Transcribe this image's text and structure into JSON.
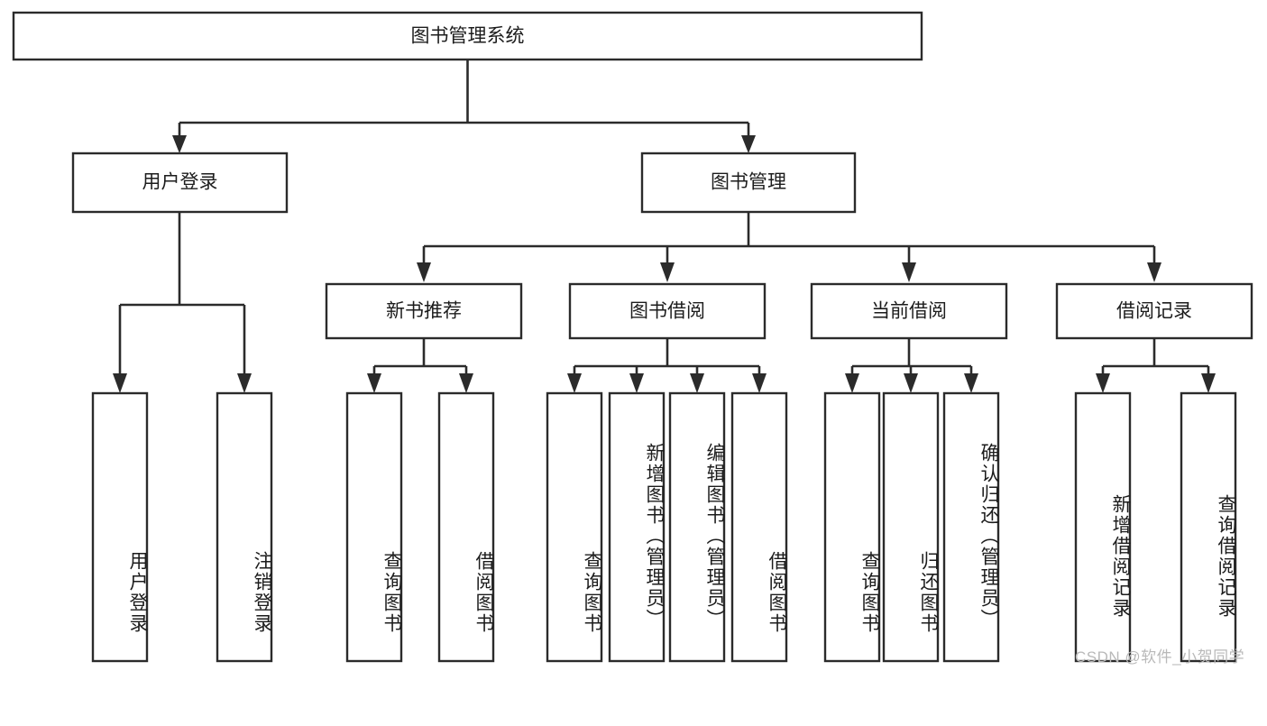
{
  "diagram": {
    "title": "图书管理系统",
    "type": "tree-hierarchy",
    "root": {
      "label": "图书管理系统"
    },
    "level2": [
      {
        "label": "用户登录"
      },
      {
        "label": "图书管理"
      }
    ],
    "level3": [
      {
        "label": "新书推荐"
      },
      {
        "label": "图书借阅"
      },
      {
        "label": "当前借阅"
      },
      {
        "label": "借阅记录"
      }
    ],
    "leaves": {
      "user_login": [
        {
          "label": "用户登录"
        },
        {
          "label": "注销登录"
        }
      ],
      "new_book_recommend": [
        {
          "label": "查询图书"
        },
        {
          "label": "借阅图书"
        }
      ],
      "book_borrow": [
        {
          "label": "查询图书"
        },
        {
          "label": "新增图书（管理员）"
        },
        {
          "label": "编辑图书（管理员）"
        },
        {
          "label": "借阅图书"
        }
      ],
      "current_borrow": [
        {
          "label": "查询图书"
        },
        {
          "label": "归还图书"
        },
        {
          "label": "确认归还（管理员）"
        }
      ],
      "borrow_record": [
        {
          "label": "新增借阅记录"
        },
        {
          "label": "查询借阅记录"
        }
      ]
    }
  },
  "watermark": {
    "text": "CSDN @软件_小贺同学"
  },
  "colors": {
    "box_stroke": "#2b2b2b",
    "box_fill": "#ffffff",
    "text": "#1c1c1c",
    "background": "#ffffff",
    "watermark": "#b9b9b9"
  }
}
